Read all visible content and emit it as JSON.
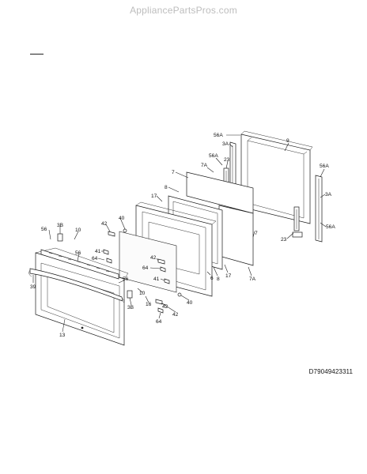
{
  "header": {
    "watermark": "AppliancePartsPros.com"
  },
  "diagram_id": "D79049423311",
  "callouts": [
    {
      "id": "c1",
      "text": "56A"
    },
    {
      "id": "c2",
      "text": "3A"
    },
    {
      "id": "c3",
      "text": "9"
    },
    {
      "id": "c4",
      "text": "56A"
    },
    {
      "id": "c5",
      "text": "7A"
    },
    {
      "id": "c6",
      "text": "23"
    },
    {
      "id": "c7",
      "text": "7"
    },
    {
      "id": "c8",
      "text": "8"
    },
    {
      "id": "c9",
      "text": "56A"
    },
    {
      "id": "c10",
      "text": "3A"
    },
    {
      "id": "c11",
      "text": "56A"
    },
    {
      "id": "c12",
      "text": "23"
    },
    {
      "id": "c13",
      "text": "7"
    },
    {
      "id": "c14",
      "text": "17"
    },
    {
      "id": "c15",
      "text": "40"
    },
    {
      "id": "c16",
      "text": "42"
    },
    {
      "id": "c17",
      "text": "56"
    },
    {
      "id": "c18",
      "text": "3B"
    },
    {
      "id": "c19",
      "text": "10"
    },
    {
      "id": "c20",
      "text": "56"
    },
    {
      "id": "c21",
      "text": "64"
    },
    {
      "id": "c22",
      "text": "41"
    },
    {
      "id": "c23",
      "text": "42"
    },
    {
      "id": "c24",
      "text": "64"
    },
    {
      "id": "c25",
      "text": "41"
    },
    {
      "id": "c26",
      "text": "6"
    },
    {
      "id": "c27",
      "text": "8"
    },
    {
      "id": "c28",
      "text": "17"
    },
    {
      "id": "c29",
      "text": "7A"
    },
    {
      "id": "c30",
      "text": "39"
    },
    {
      "id": "c31",
      "text": "42"
    },
    {
      "id": "c32",
      "text": "56"
    },
    {
      "id": "c33",
      "text": "10"
    },
    {
      "id": "c34",
      "text": "16"
    },
    {
      "id": "c35",
      "text": "40"
    },
    {
      "id": "c36",
      "text": "3B"
    },
    {
      "id": "c37",
      "text": "42"
    },
    {
      "id": "c38",
      "text": "64"
    },
    {
      "id": "c39",
      "text": "13"
    }
  ]
}
